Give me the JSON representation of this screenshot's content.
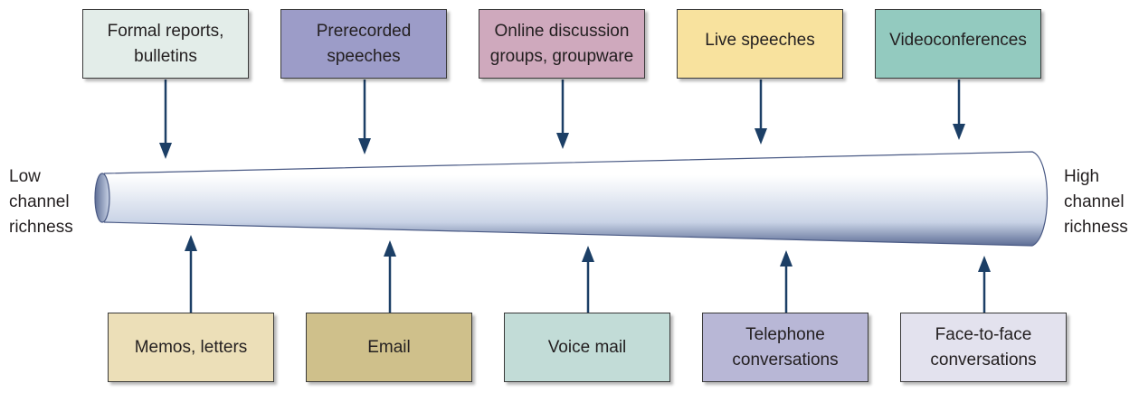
{
  "end_labels": {
    "low_lines": [
      "Low",
      "channel",
      "richness"
    ],
    "high_lines": [
      "High",
      "channel",
      "richness"
    ]
  },
  "top_boxes": [
    {
      "lines": [
        "Formal reports,",
        "bulletins"
      ],
      "color": "#e3ede9"
    },
    {
      "lines": [
        "Prerecorded",
        "speeches"
      ],
      "color": "#9c9cc8"
    },
    {
      "lines": [
        "Online discussion",
        "groups, groupware"
      ],
      "color": "#cfa9bd"
    },
    {
      "lines": [
        "Live speeches"
      ],
      "color": "#f8e29e"
    },
    {
      "lines": [
        "Videoconferences"
      ],
      "color": "#93cabf"
    }
  ],
  "bottom_boxes": [
    {
      "lines": [
        "Memos, letters"
      ],
      "color": "#ecdfb8"
    },
    {
      "lines": [
        "Email"
      ],
      "color": "#cfc08b"
    },
    {
      "lines": [
        "Voice mail"
      ],
      "color": "#c2dcd7"
    },
    {
      "lines": [
        "Telephone",
        "conversations"
      ],
      "color": "#b8b7d6"
    },
    {
      "lines": [
        "Face-to-face",
        "conversations"
      ],
      "color": "#e3e2ee"
    }
  ],
  "colors": {
    "arrow": "#1c3f66",
    "cone_light": "#ffffff",
    "cone_mid": "#c9d3e6",
    "cone_dark": "#5d6d95",
    "cone_outline": "#4a5a85"
  }
}
